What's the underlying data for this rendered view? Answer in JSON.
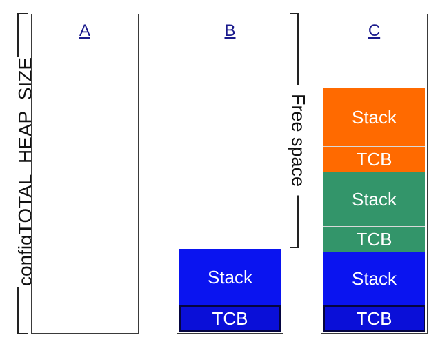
{
  "heap_label": "configTOTAL_HEAP_SIZE",
  "free_space_label": "Free space",
  "columns": [
    {
      "label": "A",
      "blocks": []
    },
    {
      "label": "B",
      "blocks": [
        {
          "label": "Stack",
          "color": "#0a14f0"
        },
        {
          "label": "TCB",
          "color": "#0a0fd8"
        }
      ]
    },
    {
      "label": "C",
      "blocks": [
        {
          "label": "Stack",
          "color": "#ff6a00"
        },
        {
          "label": "TCB",
          "color": "#ff6a00"
        },
        {
          "label": "Stack",
          "color": "#33956a"
        },
        {
          "label": "TCB",
          "color": "#33956a"
        },
        {
          "label": "Stack",
          "color": "#0a14f0"
        },
        {
          "label": "TCB",
          "color": "#0a0fd8"
        }
      ]
    }
  ]
}
